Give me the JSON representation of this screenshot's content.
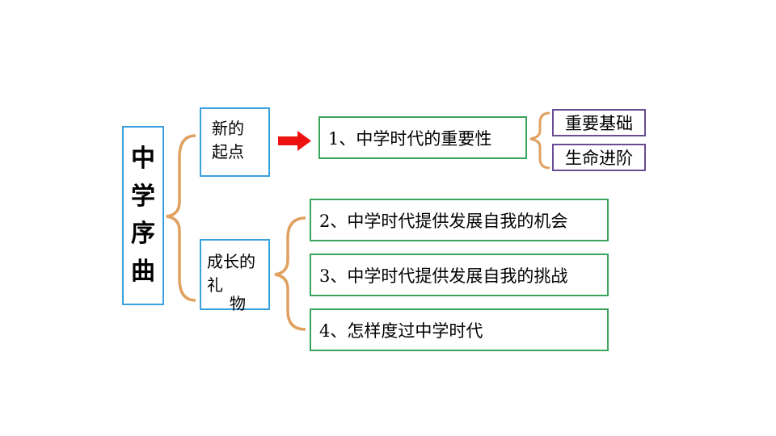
{
  "root": {
    "chars": [
      "中",
      "学",
      "序",
      "曲"
    ]
  },
  "branches": {
    "first": {
      "line1": "新的",
      "line2": "起点"
    },
    "second": {
      "line1": "成长的",
      "line2": "礼",
      "line3": "物"
    }
  },
  "topics": {
    "t1": "1、中学时代的重要性",
    "t2": "2、中学时代提供发展自我的机会",
    "t3": "3、中学时代提供发展自我的挑战",
    "t4": "4、怎样度过中学时代"
  },
  "subtopics": {
    "s1": "重要基础",
    "s2": "生命进阶"
  },
  "colors": {
    "blue_border": "#3aa0e0",
    "green_border": "#3aa55a",
    "purple_border": "#6a4c93",
    "brace": "#e0a060",
    "arrow": "#ee1111"
  }
}
